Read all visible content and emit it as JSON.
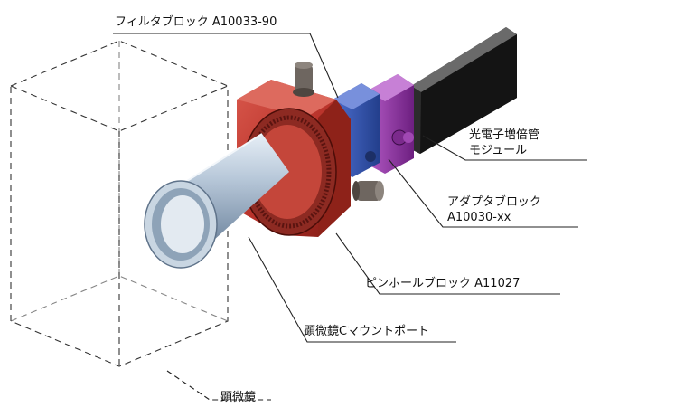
{
  "labels": {
    "filter_block": "フィルタブロック A10033-90",
    "pmt_line1": "光電子増倍管",
    "pmt_line2": "モジュール",
    "adapter_line1": "アダプタブロック",
    "adapter_line2": "A10030-xx",
    "pinhole_block": "ピンホールブロック A11027",
    "c_mount_port": "顕微鏡Cマウントポート",
    "microscope": "顕微鏡"
  },
  "colors": {
    "red_body": "#b8322a",
    "red_dark": "#7e1a14",
    "blue_block": "#2d4fa8",
    "purple_block": "#8a2a9e",
    "pmt_black": "#1c1c1c",
    "tube_steel": "#9eb3c8"
  }
}
